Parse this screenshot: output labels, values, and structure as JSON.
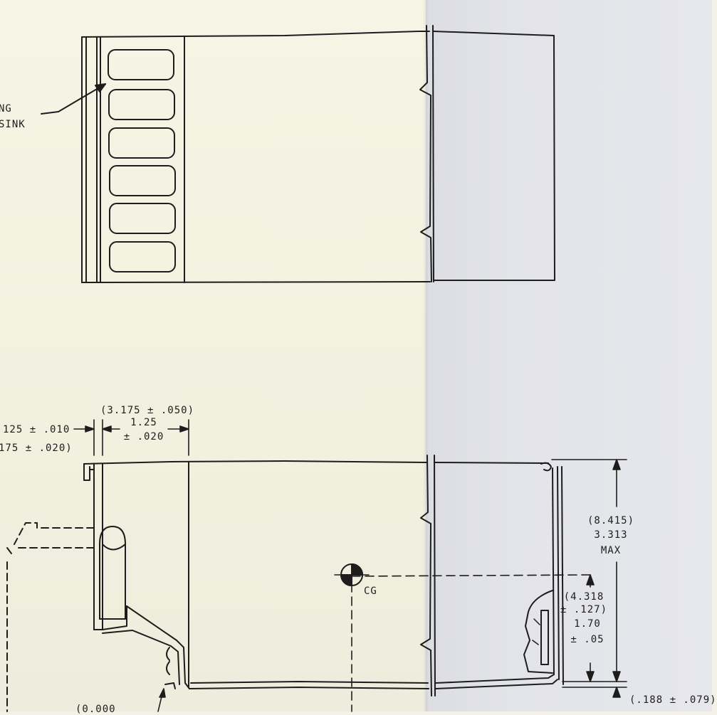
{
  "callout": {
    "line1": "NG",
    "line2": "SINK"
  },
  "dimensions": {
    "top_left_inch": "125 ± .010",
    "top_left_mm": "175 ± .020)",
    "flange_mm": "(3.175 ± .050)",
    "flange_inch": "1.25",
    "flange_tol": "± .020",
    "height_mm": "(8.415)",
    "height_inch": "3.313",
    "height_note": "MAX",
    "cg_mm": "(4.318",
    "cg_mm_tol": "± .127)",
    "cg_inch": "1.70",
    "cg_inch_tol": "± .05",
    "bottom_right": "(.188 ± .079)",
    "bottom_left_partial": "(0.000"
  },
  "cg_label": "CG",
  "colors": {
    "ink": "#1d1d1d",
    "paper_left": "#f4f2e2",
    "paper_right": "#e3e4e9"
  }
}
